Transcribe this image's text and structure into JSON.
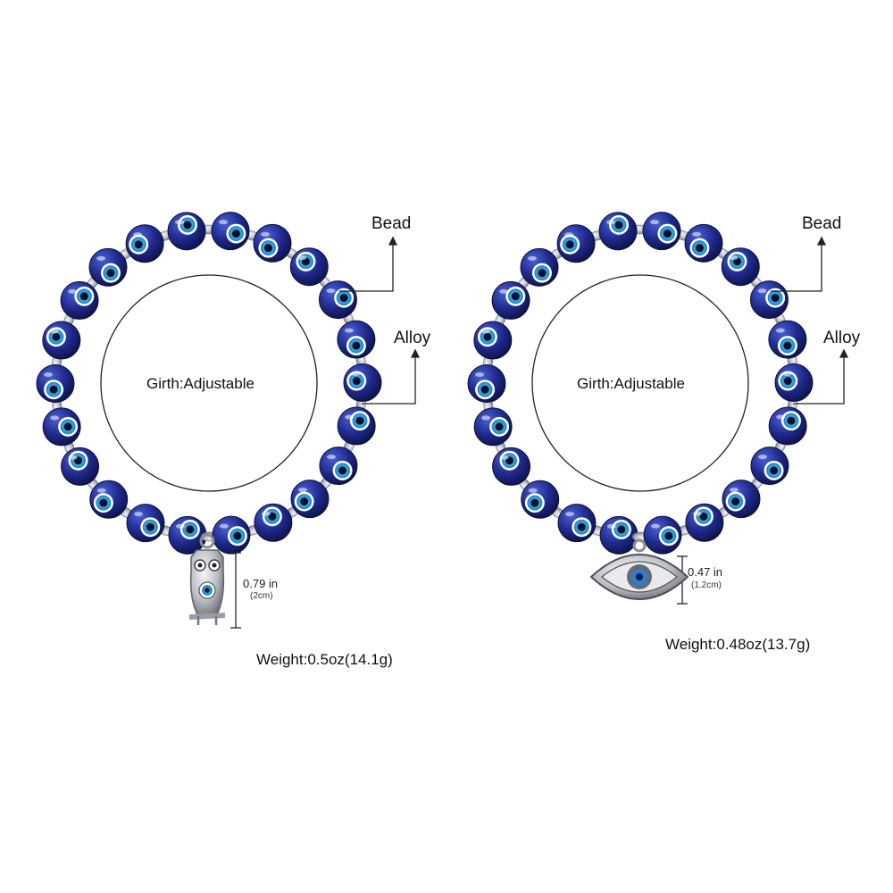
{
  "products": [
    {
      "name": "owl-bracelet",
      "charm": "owl-charm-icon",
      "labels": {
        "bead": "Bead",
        "alloy": "Alloy",
        "girth": "Girth:Adjustable",
        "size_in": "0.79 in",
        "size_cm": "(2cm)",
        "weight": "Weight:0.5oz(14.1g)"
      }
    },
    {
      "name": "evil-eye-bracelet",
      "charm": "eye-charm-icon",
      "labels": {
        "bead": "Bead",
        "alloy": "Alloy",
        "girth": "Girth:Adjustable",
        "size_in": "0.47 in",
        "size_cm": "(1.2cm)",
        "weight": "Weight:0.48oz(13.7g)"
      }
    }
  ],
  "colors": {
    "bead_dark": "#1f2a8c",
    "bead_ring": "#2ba3dd",
    "alloy": "#c9ccd2",
    "line": "#222222"
  }
}
